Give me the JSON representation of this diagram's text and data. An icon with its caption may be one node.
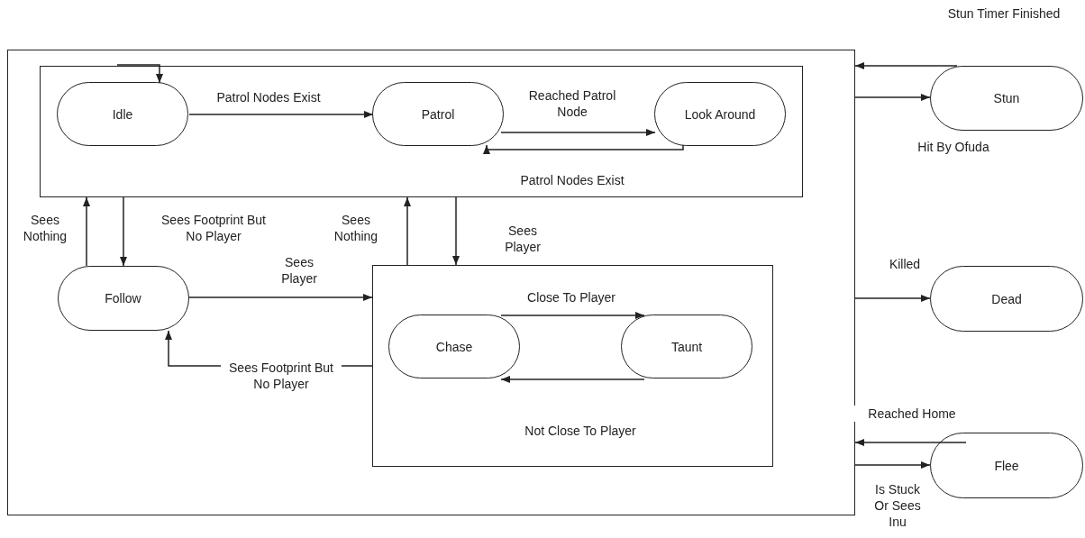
{
  "diagram": {
    "nodes": [
      {
        "text": [],
        "shape": "box"
      },
      {
        "text": [],
        "shape": "box",
        "in": 0
      },
      {
        "text": [
          "Idle"
        ],
        "in": 1
      },
      {
        "text": [
          "Patrol"
        ],
        "in": 1
      },
      {
        "text": [
          "Look Around"
        ],
        "in": 1
      },
      {
        "text": [
          "Follow"
        ],
        "in": 0
      },
      {
        "text": [],
        "shape": "box",
        "in": 0
      },
      {
        "text": [
          "Chase"
        ],
        "in": 6
      },
      {
        "text": [
          "Taunt"
        ],
        "in": 6
      },
      {
        "text": [
          "Stun"
        ]
      },
      {
        "text": [
          "Dead"
        ]
      },
      {
        "text": [
          "Flee"
        ]
      }
    ],
    "edges": [
      {
        "from": null,
        "to": 2,
        "arrow": "to"
      },
      {
        "from": 2,
        "to": 3,
        "arrow": "to",
        "label": "Patrol Nodes Exist"
      },
      {
        "from": 3,
        "to": 4,
        "arrow": "to",
        "label": "Reached Patrol Node"
      },
      {
        "from": 4,
        "to": 3,
        "arrow": "to",
        "label": "Patrol Nodes Exist"
      },
      {
        "from": 5,
        "to": 1,
        "arrow": "to",
        "label": "Sees Nothing"
      },
      {
        "from": 1,
        "to": 5,
        "arrow": "to",
        "label": "Sees Footprint But No Player"
      },
      {
        "from": 6,
        "to": 1,
        "arrow": "to",
        "label": "Sees Nothing"
      },
      {
        "from": 1,
        "to": 6,
        "arrow": "to",
        "label": "Sees Player"
      },
      {
        "from": 5,
        "to": 6,
        "arrow": "to",
        "label": "Sees Player"
      },
      {
        "from": 6,
        "to": 5,
        "arrow": "to",
        "label": "Sees Footprint But No Player"
      },
      {
        "from": 7,
        "to": 8,
        "arrow": "to",
        "label": "Close To Player"
      },
      {
        "from": 8,
        "to": 7,
        "arrow": "to",
        "label": "Not Close To Player"
      },
      {
        "from": 9,
        "to": 0,
        "arrow": "to",
        "label": "Stun Timer Finished"
      },
      {
        "from": 0,
        "to": 9,
        "arrow": "to",
        "label": "Hit By Ofuda"
      },
      {
        "from": 0,
        "to": 10,
        "arrow": "to",
        "label": "Killed"
      },
      {
        "from": 11,
        "to": 0,
        "arrow": "to",
        "label": "Reached Home"
      },
      {
        "from": 0,
        "to": 11,
        "arrow": "to",
        "label": "Is Stuck Or Sees Inu"
      }
    ]
  }
}
